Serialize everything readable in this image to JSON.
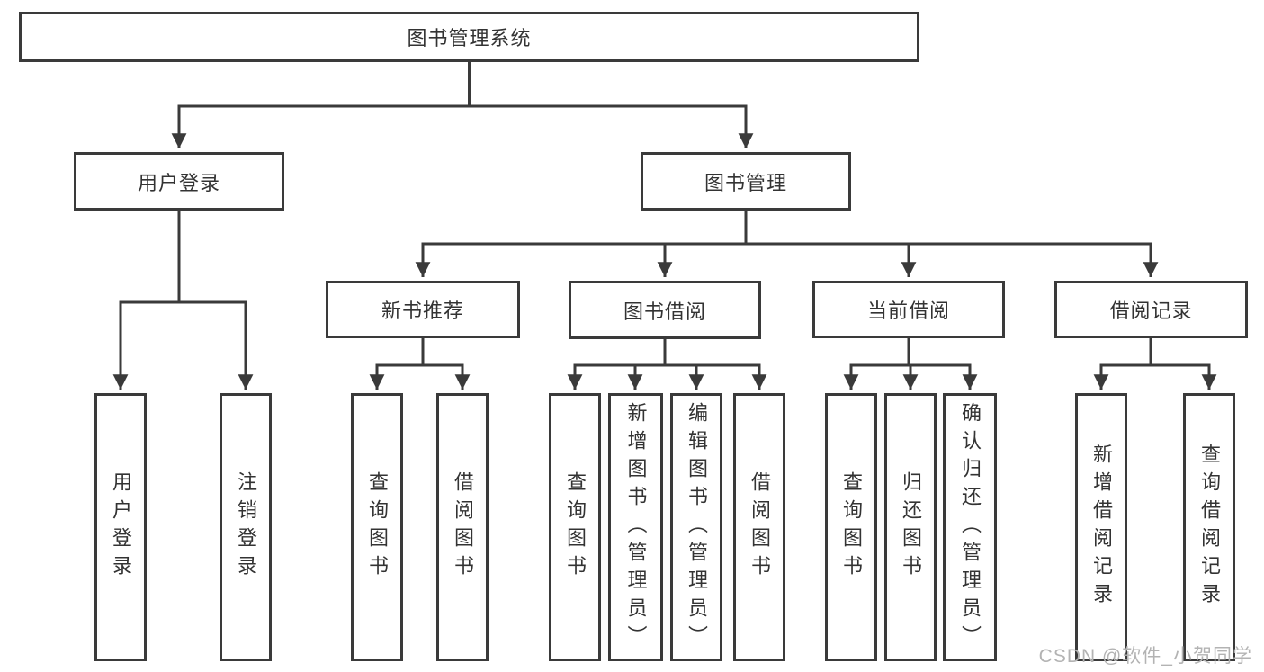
{
  "tree": {
    "label": "图书管理系统",
    "children": [
      {
        "label": "用户登录",
        "children": [
          {
            "label": "用户登录"
          },
          {
            "label": "注销登录"
          }
        ]
      },
      {
        "label": "图书管理",
        "children": [
          {
            "label": "新书推荐",
            "children": [
              {
                "label": "查询图书"
              },
              {
                "label": "借阅图书"
              }
            ]
          },
          {
            "label": "图书借阅",
            "children": [
              {
                "label": "查询图书"
              },
              {
                "label": "新增图书（管理员）"
              },
              {
                "label": "编辑图书（管理员）"
              },
              {
                "label": "借阅图书"
              }
            ]
          },
          {
            "label": "当前借阅",
            "children": [
              {
                "label": "查询图书"
              },
              {
                "label": "归还图书"
              },
              {
                "label": "确认归还（管理员）"
              }
            ]
          },
          {
            "label": "借阅记录",
            "children": [
              {
                "label": "新增借阅记录"
              },
              {
                "label": "查询借阅记录"
              }
            ]
          }
        ]
      }
    ]
  },
  "watermark": "CSDN @软件_小贺同学",
  "colors": {
    "line": "#3a3a3a",
    "box_border": "#3a3a3a",
    "text": "#333333",
    "watermark": "#b3b3b3",
    "background": "#ffffff"
  }
}
